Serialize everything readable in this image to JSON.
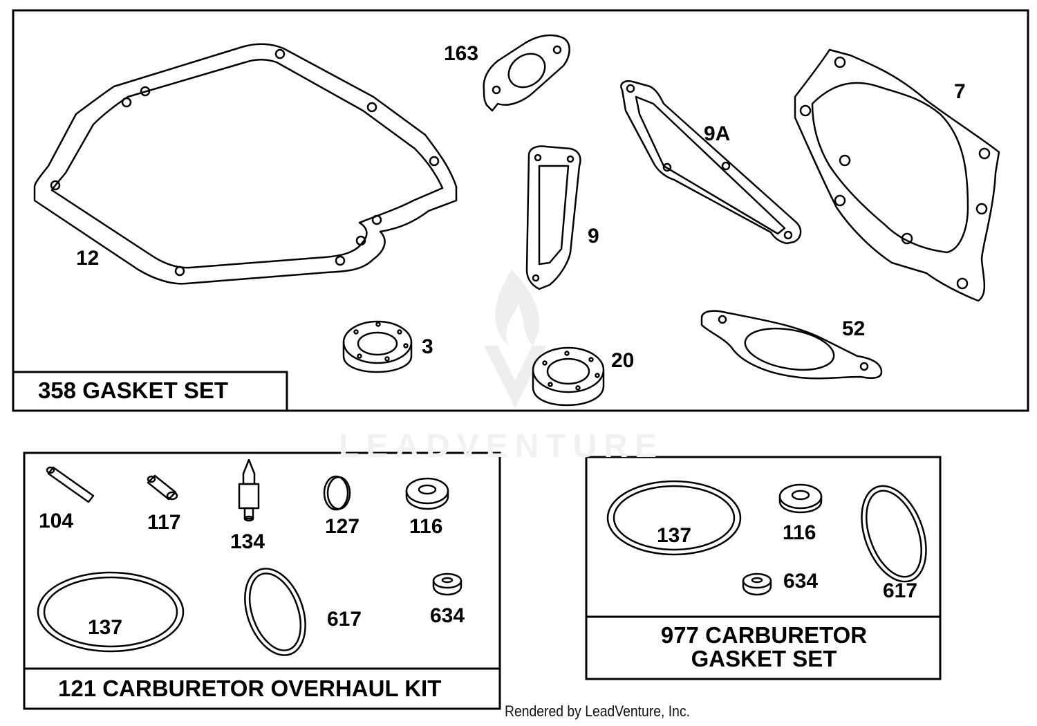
{
  "panels": {
    "gasket_set": {
      "title": "358 GASKET SET",
      "labels": {
        "p12": "12",
        "p163": "163",
        "p9": "9",
        "p9a": "9A",
        "p7": "7",
        "p3": "3",
        "p20": "20",
        "p52": "52"
      }
    },
    "overhaul_kit": {
      "title": "121 CARBURETOR OVERHAUL KIT",
      "labels": {
        "p104": "104",
        "p117": "117",
        "p134": "134",
        "p127": "127",
        "p116": "116",
        "p137": "137",
        "p617": "617",
        "p634": "634"
      }
    },
    "carb_gasket_set": {
      "title_line1": "977 CARBURETOR",
      "title_line2": "GASKET SET",
      "labels": {
        "p137": "137",
        "p116": "116",
        "p634": "634",
        "p617": "617"
      }
    }
  },
  "watermark": "LEADVENTURE",
  "footer": "Rendered by LeadVenture, Inc."
}
